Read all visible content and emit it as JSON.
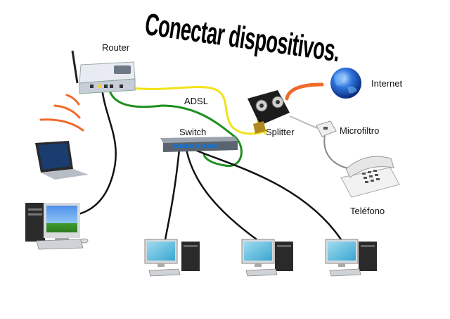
{
  "title": "Conectar dispositivos.",
  "labels": {
    "router": "Router",
    "adsl": "ADSL",
    "switch": "Switch",
    "splitter": "Splitter",
    "microfiltro": "Microfiltro",
    "internet": "Internet",
    "telefono": "Teléfono"
  },
  "colors": {
    "adsl_cable": "#f2e21a",
    "switch_uplink_cable": "#1f8f1f",
    "ethernet_cable": "#111111",
    "phone_cable": "#888888",
    "wifi_waves": "#f06a2a",
    "internet_link": "#f06a2a"
  },
  "icons": [
    "router-icon",
    "laptop-icon",
    "desktop-pc-icon",
    "switch-icon",
    "splitter-icon",
    "globe-icon",
    "microfilter-icon",
    "telephone-icon",
    "computer-icon"
  ]
}
